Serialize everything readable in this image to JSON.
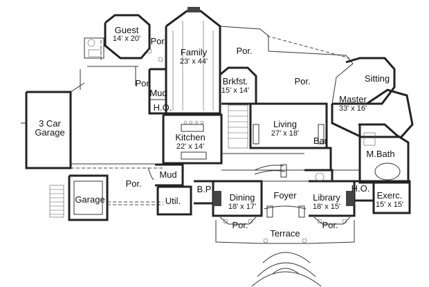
{
  "rooms": {
    "guest": {
      "name": "Guest",
      "dims": "14' x 20'"
    },
    "family": {
      "name": "Family",
      "dims": "23' x 44'"
    },
    "por1": {
      "name": "Por."
    },
    "por2": {
      "name": "Por."
    },
    "por3": {
      "name": "Por."
    },
    "por4": {
      "name": "Por."
    },
    "por5": {
      "name": "Por."
    },
    "por6": {
      "name": "Por."
    },
    "por7": {
      "name": "Por."
    },
    "brkfst": {
      "name": "Brkfst.",
      "dims": "15' x 14'"
    },
    "sitting": {
      "name": "Sitting"
    },
    "master": {
      "name": "Master",
      "dims": "33' x 16'"
    },
    "mud1": {
      "name": "Mud"
    },
    "ho1": {
      "name": "H.O."
    },
    "living": {
      "name": "Living",
      "dims": "27' x 18'"
    },
    "garage3": {
      "name": "3 Car",
      "name2": "Garage"
    },
    "kitchen": {
      "name": "Kitchen",
      "dims": "22' x 14'"
    },
    "bar": {
      "name": "Bar"
    },
    "mbath": {
      "name": "M.Bath"
    },
    "mud2": {
      "name": "Mud"
    },
    "bp": {
      "name": "B.P"
    },
    "ho2": {
      "name": "H.O."
    },
    "exerc": {
      "name": "Exerc.",
      "dims": "15' x 15'"
    },
    "garage": {
      "name": "Garage"
    },
    "util": {
      "name": "Util."
    },
    "dining": {
      "name": "Dining",
      "dims": "18' x 17'"
    },
    "foyer": {
      "name": "Foyer"
    },
    "library": {
      "name": "Library",
      "dims": "18' x 15'"
    },
    "terrace": {
      "name": "Terrace"
    }
  }
}
